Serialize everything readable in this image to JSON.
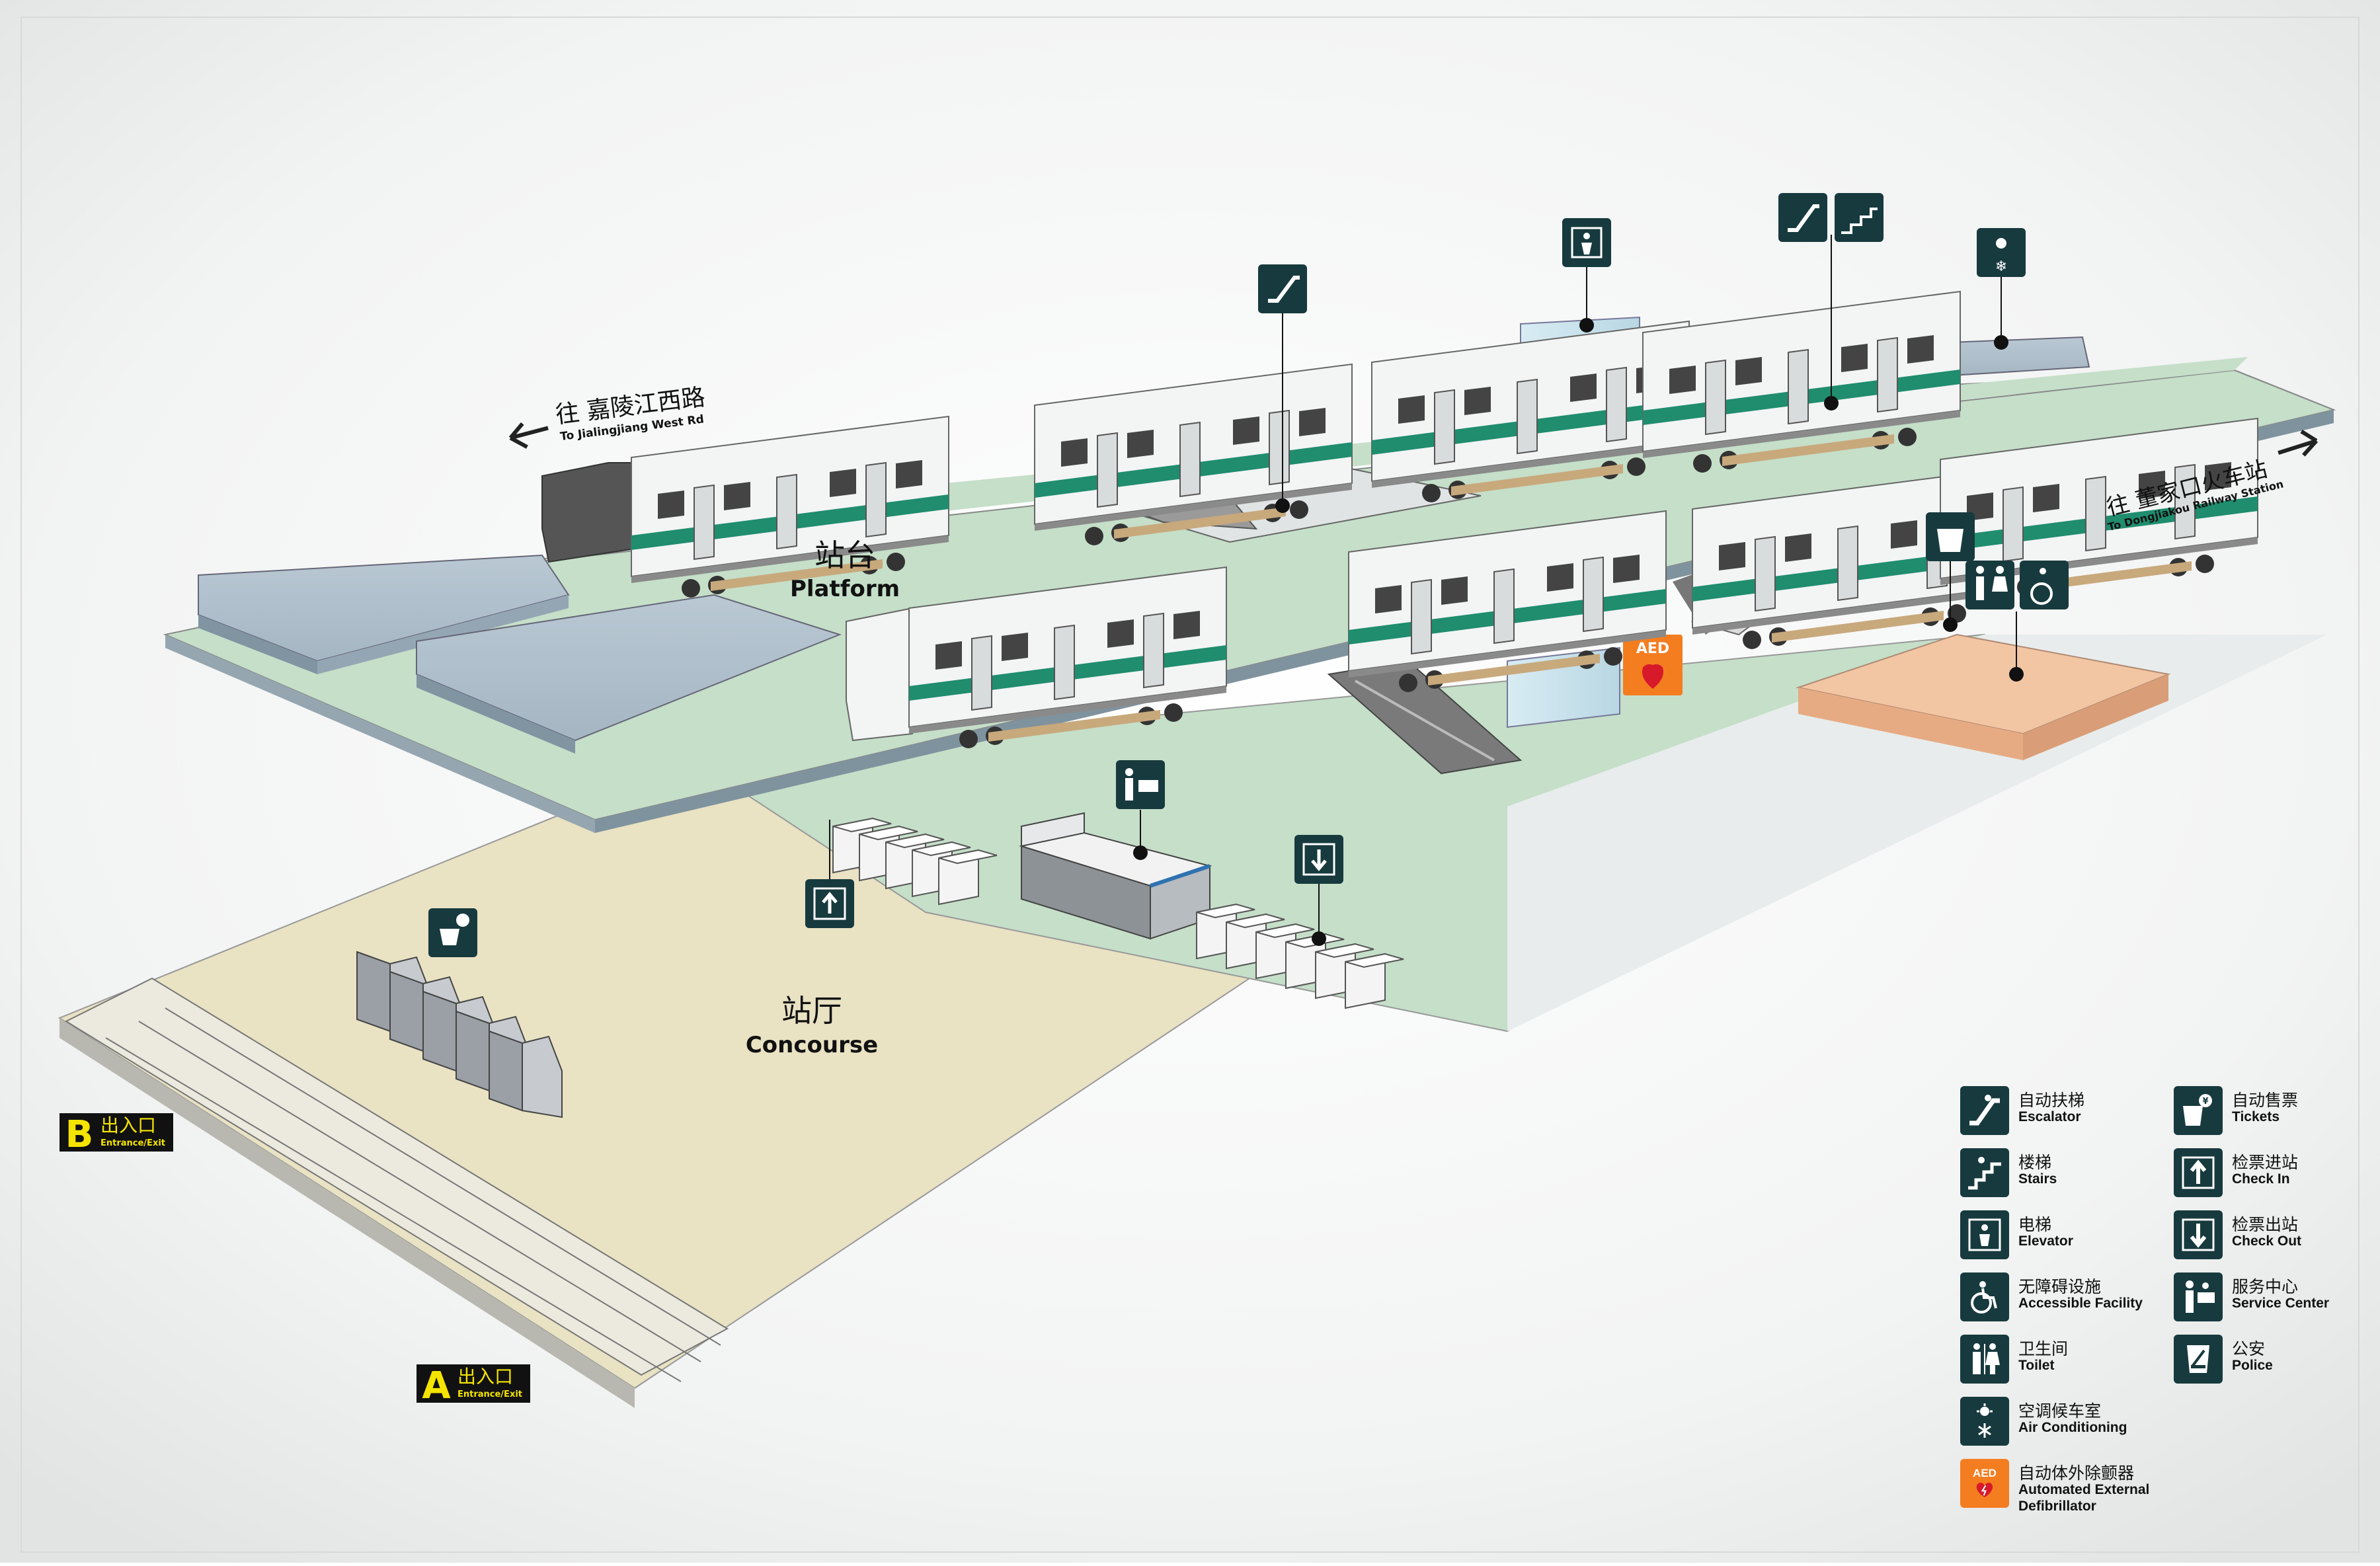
{
  "directions": {
    "west_zh": "往 嘉陵江西路",
    "west_en": "To Jialingjiang West Rd",
    "east_zh": "往 董家口火车站",
    "east_en": "To Dongjiakou Railway Station"
  },
  "areas": {
    "platform_zh": "站台",
    "platform_en": "Platform",
    "concourse_zh": "站厅",
    "concourse_en": "Concourse"
  },
  "entrances": {
    "a_letter": "A",
    "b_letter": "B",
    "label_zh": "出入口",
    "label_en": "Entrance/Exit"
  },
  "aed_badge": "AED",
  "legend": [
    {
      "zh": "自动扶梯",
      "en": "Escalator",
      "icon": "escalator-icon"
    },
    {
      "zh": "楼梯",
      "en": "Stairs",
      "icon": "stairs-icon"
    },
    {
      "zh": "电梯",
      "en": "Elevator",
      "icon": "elevator-icon"
    },
    {
      "zh": "无障碍设施",
      "en": "Accessible Facility",
      "icon": "accessible-icon"
    },
    {
      "zh": "卫生间",
      "en": "Toilet",
      "icon": "toilet-icon"
    },
    {
      "zh": "空调候车室",
      "en": "Air Conditioning",
      "icon": "air-conditioning-icon"
    },
    {
      "zh": "自动体外除颤器",
      "en": "Automated External Defibrillator",
      "icon": "aed-icon"
    },
    {
      "zh": "自动售票",
      "en": "Tickets",
      "icon": "ticket-machine-icon"
    },
    {
      "zh": "检票进站",
      "en": "Check In",
      "icon": "check-in-icon"
    },
    {
      "zh": "检票出站",
      "en": "Check Out",
      "icon": "check-out-icon"
    },
    {
      "zh": "服务中心",
      "en": "Service Center",
      "icon": "service-center-icon"
    },
    {
      "zh": "公安",
      "en": "Police",
      "icon": "police-icon"
    }
  ],
  "colors": {
    "icon_bg": "#173a3e",
    "platform_green": "#c5dfc9",
    "concourse_beige": "#e9e2c3",
    "train_stripe": "#1f8d6e",
    "aed_orange": "#f47d20",
    "entrance_yellow": "#f5e400"
  }
}
